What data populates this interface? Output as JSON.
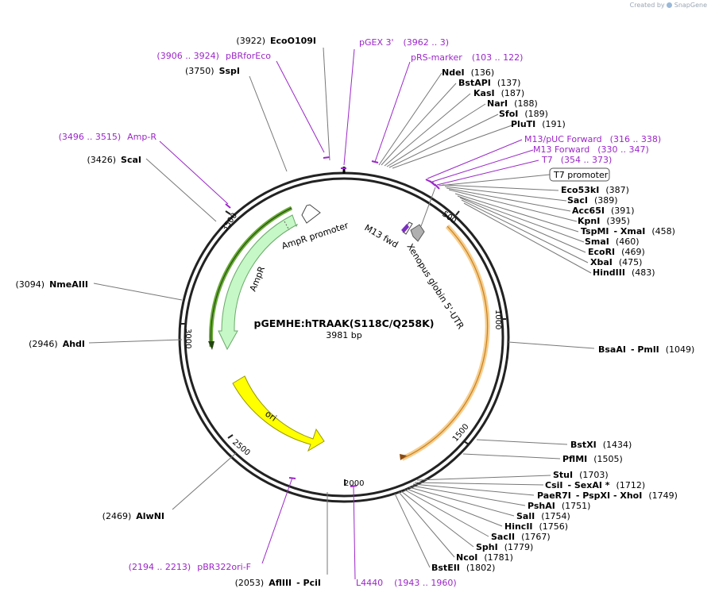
{
  "credit": {
    "created_by": "Created by",
    "brand": "SnapGene"
  },
  "plasmid": {
    "name": "pGEMHE:hTRAAK(S118C/Q258K)",
    "size_label": "3981 bp",
    "length": 3981
  },
  "ticks": [
    "500",
    "1000",
    "1500",
    "2000",
    "2500",
    "3000",
    "3500"
  ],
  "features": [
    {
      "name": "AmpR",
      "color": "#c6f7c6",
      "stroke": "#6aaa6a"
    },
    {
      "name": "AmpR promoter",
      "color": "#ffffff",
      "stroke": "#444444"
    },
    {
      "name": "ori",
      "color": "#ffff00",
      "stroke": "#999900"
    },
    {
      "name": "M13 fwd",
      "color": "#ffffff",
      "stroke": "#444444"
    },
    {
      "name": "Xenopus globin 5'-UTR",
      "color": "#b0b0b0",
      "stroke": "#555555"
    },
    {
      "name": "T7 promoter",
      "color": "#ffffff",
      "stroke": "#555555"
    }
  ],
  "colors": {
    "primer": "#9b27c8",
    "highlight_orange": "#f5c67a",
    "highlight_green": "#66aa33",
    "backbone": "#222222"
  },
  "sites": [
    {
      "name": "EcoO109I",
      "pos": "(3922)"
    },
    {
      "name": "SspI",
      "pos": "(3750)"
    },
    {
      "name": "ScaI",
      "pos": "(3426)"
    },
    {
      "name": "NmeAIII",
      "pos": "(3094)"
    },
    {
      "name": "AhdI",
      "pos": "(2946)"
    },
    {
      "name": "AlwNI",
      "pos": "(2469)"
    },
    {
      "name": "AflIII",
      "name2": "- PciI",
      "pos": "(2053)"
    },
    {
      "name": "NdeI",
      "pos": "(136)"
    },
    {
      "name": "BstAPI",
      "pos": "(137)"
    },
    {
      "name": "KasI",
      "pos": "(187)"
    },
    {
      "name": "NarI",
      "pos": "(188)"
    },
    {
      "name": "SfoI",
      "pos": "(189)"
    },
    {
      "name": "PluTI",
      "pos": "(191)"
    },
    {
      "name": "Eco53kI",
      "pos": "(387)"
    },
    {
      "name": "SacI",
      "pos": "(389)"
    },
    {
      "name": "Acc65I",
      "pos": "(391)"
    },
    {
      "name": "KpnI",
      "pos": "(395)"
    },
    {
      "name": "TspMI",
      "name2": "- XmaI",
      "pos": "(458)"
    },
    {
      "name": "SmaI",
      "pos": "(460)"
    },
    {
      "name": "EcoRI",
      "pos": "(469)"
    },
    {
      "name": "XbaI",
      "pos": "(475)"
    },
    {
      "name": "HindIII",
      "pos": "(483)"
    },
    {
      "name": "BsaAI",
      "name2": "- PmlI",
      "pos": "(1049)"
    },
    {
      "name": "BstXI",
      "pos": "(1434)"
    },
    {
      "name": "PflMI",
      "pos": "(1505)"
    },
    {
      "name": "StuI",
      "pos": "(1703)"
    },
    {
      "name": "CsiI",
      "name2": "- SexAI *",
      "pos": "(1712)"
    },
    {
      "name": "PaeR7I",
      "name2": "- PspXI - XhoI",
      "pos": "(1749)"
    },
    {
      "name": "PshAI",
      "pos": "(1751)"
    },
    {
      "name": "SalI",
      "pos": "(1754)"
    },
    {
      "name": "HincII",
      "pos": "(1756)"
    },
    {
      "name": "SacII",
      "pos": "(1767)"
    },
    {
      "name": "SphI",
      "pos": "(1779)"
    },
    {
      "name": "NcoI",
      "pos": "(1781)"
    },
    {
      "name": "BstEII",
      "pos": "(1802)"
    }
  ],
  "primers": [
    {
      "name": "pGEX 3'",
      "range": "(3962 .. 3)"
    },
    {
      "name": "pRS-marker",
      "range": "(103 .. 122)"
    },
    {
      "name": "pBRforEco",
      "range": "(3906 .. 3924)"
    },
    {
      "name": "Amp-R",
      "range": "(3496 .. 3515)"
    },
    {
      "name": "M13/pUC Forward",
      "range": "(316 .. 338)"
    },
    {
      "name": "M13 Forward",
      "range": "(330 .. 347)"
    },
    {
      "name": "T7",
      "range": "(354 .. 373)"
    },
    {
      "name": "pBR322ori-F",
      "range": "(2194 .. 2213)"
    },
    {
      "name": "L4440",
      "range": "(1943 .. 1960)"
    }
  ]
}
